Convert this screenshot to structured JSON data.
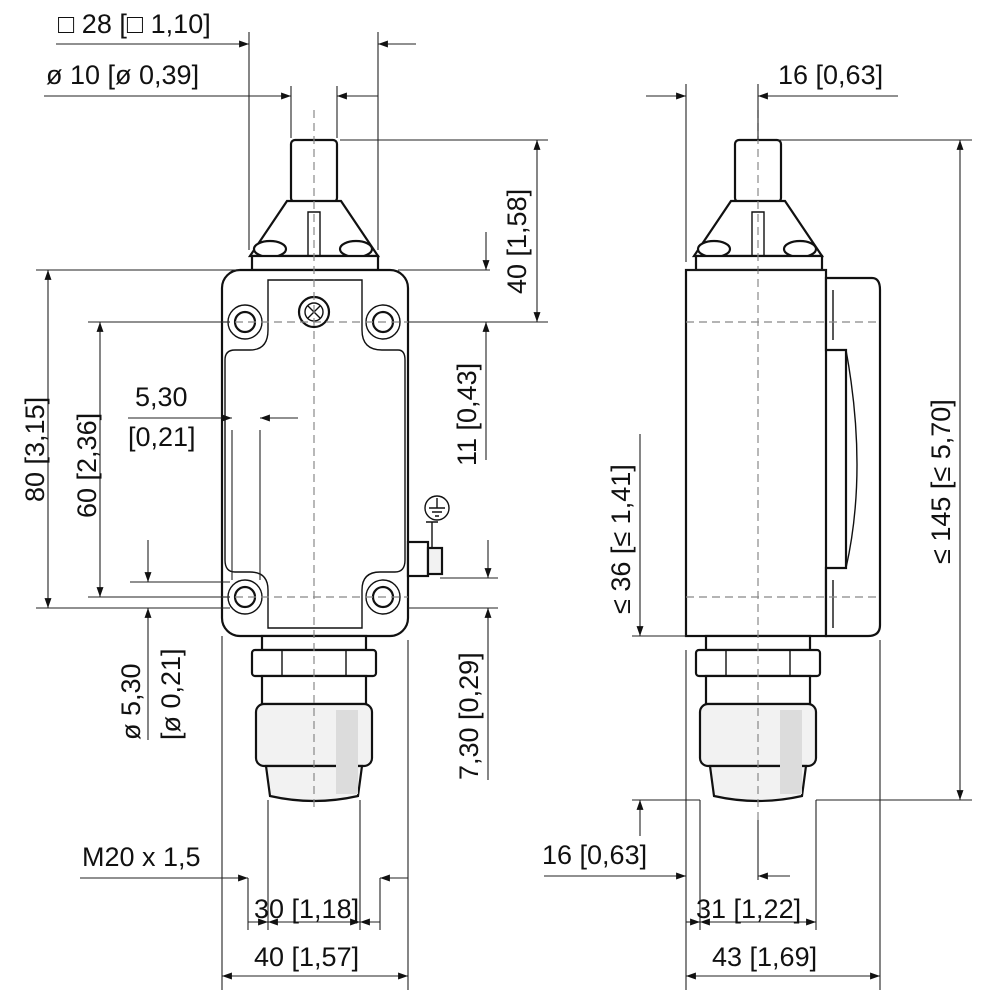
{
  "labels": {
    "width_square": "□ 28 [□ 1,10]",
    "plunger_dia": "ø 10 [ø 0,39]",
    "plunger_height": "40 [1,58]",
    "height_80": "80 [3,15]",
    "height_60": "60 [2,36]",
    "hole_offset_mm": "5,30",
    "hole_offset_in": "[0,21]",
    "dim_11": "11 [0,43]",
    "hole_dia_mm": "ø 5,30",
    "hole_dia_in": "[ø 0,21]",
    "dim_7_30": "7,30 [0,29]",
    "thread": "M20 x 1,5",
    "width_30": "30 [1,18]",
    "width_40": "40 [1,57]",
    "side_16_top": "16 [0,63]",
    "side_total": "≤ 145 [≤ 5,70]",
    "side_36": "≤ 36 [≤ 1,41]",
    "side_16_bottom": "16 [0,63]",
    "side_31": "31 [1,22]",
    "side_43": "43 [1,69]"
  },
  "icons": {
    "ground": "ground-symbol-icon",
    "screw": "screw-head-icon"
  }
}
